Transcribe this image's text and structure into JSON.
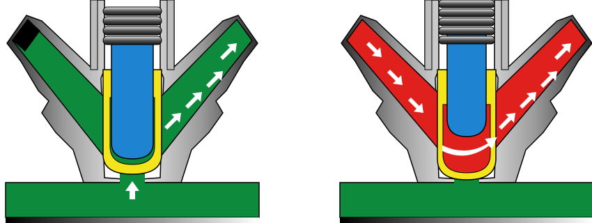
{
  "colors": {
    "background": "#ffffff",
    "outline": "#000000",
    "body_gray_dark": "#3a3a3a",
    "body_gray_mid": "#8a8a8a",
    "body_gray_light": "#e8e8e8",
    "closed_flow": "#0e8a3c",
    "open_flow": "#e0201c",
    "manifold": "#0e8a3c",
    "seat": "#f4e41c",
    "stem": "#1e84d2",
    "spring_dark": "#222222",
    "spring_light": "#bdbdbd",
    "arrow": "#ffffff",
    "end_cap": "#000000"
  },
  "panels": [
    {
      "id": "closed",
      "state": "closed",
      "flow_color": "#0e8a3c",
      "channel_arrows": "out-right",
      "swirl_arrow": false,
      "bottom_arrow": true,
      "left_cap": true
    },
    {
      "id": "open",
      "state": "open",
      "flow_color": "#e0201c",
      "channel_arrows": "left-in-right-out",
      "swirl_arrow": true,
      "bottom_arrow": false,
      "left_cap": false
    }
  ]
}
